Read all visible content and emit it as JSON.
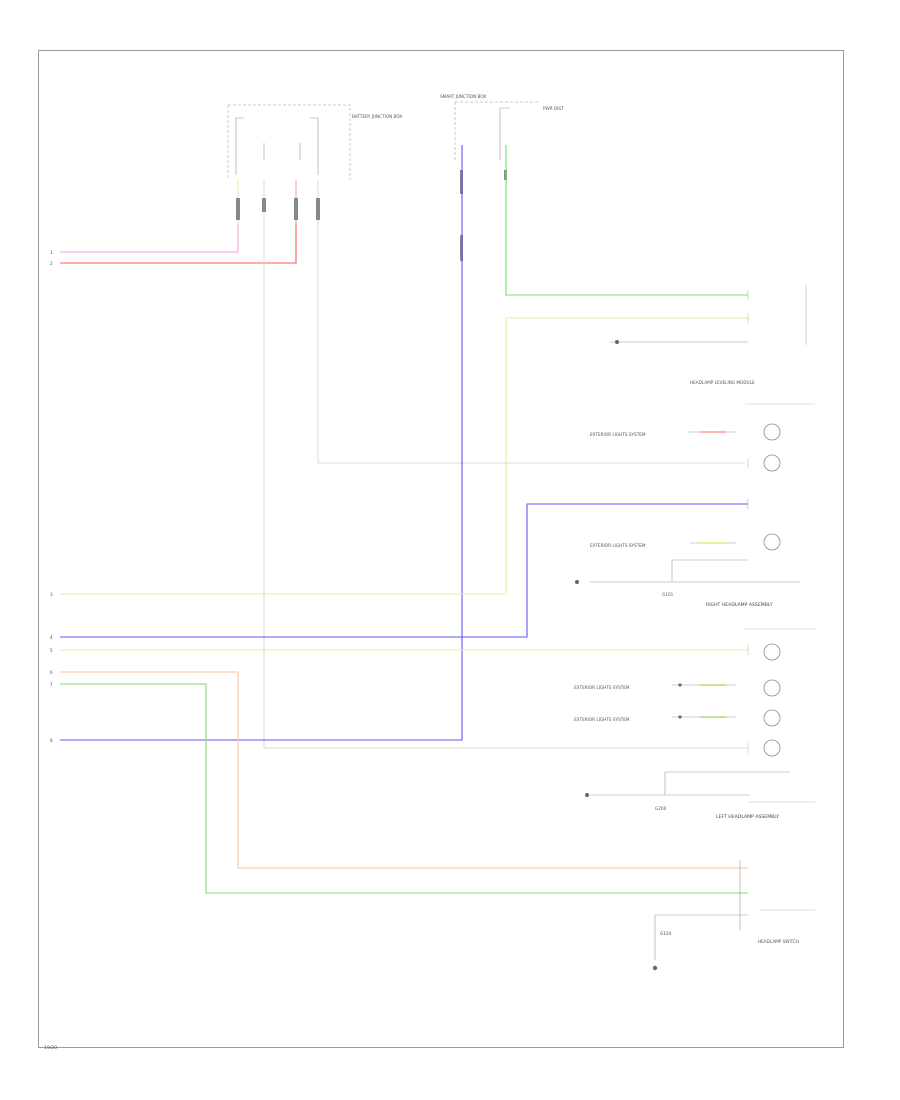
{
  "page_label": "19/20",
  "left_pins": [
    "1",
    "2",
    "3",
    "4",
    "5",
    "6",
    "7",
    "8"
  ],
  "wire_colors": {
    "pink": "#f0a0e0",
    "red": "#ff5a5a",
    "blue": "#5555ff",
    "green": "#7de87d",
    "yellow": "#e8e8a0",
    "orange": "#ffbf99",
    "gray": "#cfcfcf",
    "dark": "#555555"
  },
  "labels": {
    "fuse_block_top": "BATTERY JUNCTION BOX",
    "smart_junction": "SMART JUNCTION BOX",
    "pwr_dist": "PWR DIST",
    "front_headlamp_title": "RIGHT HEADLAMP ASSEMBLY",
    "left_headlamp_title": "LEFT HEADLAMP ASSEMBLY",
    "headlamp_switch": "HEADLAMP SWITCH",
    "shift_module": "HEADLAMP LEVELING MODULE",
    "ground": "G101",
    "ground2": "G200",
    "ground3": "G104",
    "exterior_lights_1": "EXTERIOR LIGHTS SYSTEM",
    "exterior_lights_2": "EXTERIOR LIGHTS SYSTEM",
    "exterior_lights_3": "EXTERIOR LIGHTS SYSTEM",
    "exterior_lights_4": "EXTERIOR LIGHTS SYSTEM"
  }
}
